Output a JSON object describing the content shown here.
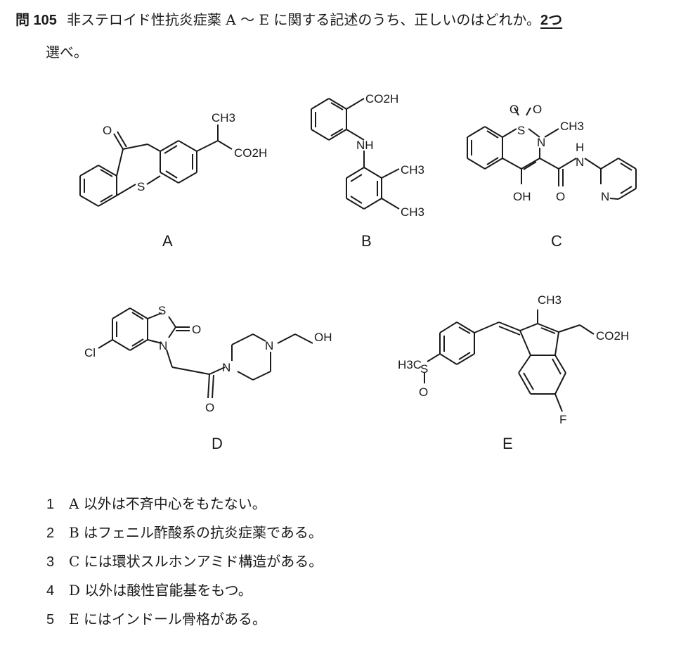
{
  "question": {
    "number": "問 105",
    "text_line1": "非ステロイド性抗炎症薬 A ～ E に関する記述のうち、正しいのはどれか。",
    "emphasis": "2つ",
    "text_line2": "選べ。"
  },
  "structures": [
    {
      "label": "A",
      "name_hint": "zaltoprofen"
    },
    {
      "label": "B",
      "name_hint": "mefenamic-acid"
    },
    {
      "label": "C",
      "name_hint": "piroxicam"
    },
    {
      "label": "D",
      "name_hint": "tiaramide"
    },
    {
      "label": "E",
      "name_hint": "sulindac"
    }
  ],
  "atoms": {
    "A": {
      "o": "O",
      "ch3": "CH3",
      "co2h": "CO2H",
      "s": "S"
    },
    "B": {
      "co2h": "CO2H",
      "nh": "NH",
      "ch3a": "CH3",
      "ch3b": "CH3"
    },
    "C": {
      "o1": "O",
      "o2": "O",
      "s": "S",
      "n": "N",
      "ch3": "CH3",
      "h": "H",
      "n2": "N",
      "oh": "OH",
      "o3": "O",
      "npy": "N"
    },
    "D": {
      "s": "S",
      "o": "O",
      "n": "N",
      "cl": "Cl",
      "n1": "N",
      "n2": "N",
      "oh": "OH",
      "o2": "O"
    },
    "E": {
      "ch3": "CH3",
      "co2h": "CO2H",
      "h3c": "H3C",
      "s": "S",
      "o": "O",
      "f": "F"
    }
  },
  "choices": [
    {
      "num": "1",
      "text": "A 以外は不斉中心をもたない。"
    },
    {
      "num": "2",
      "text": "B はフェニル酢酸系の抗炎症薬である。"
    },
    {
      "num": "3",
      "text": "C には環状スルホンアミド構造がある。"
    },
    {
      "num": "4",
      "text": "D 以外は酸性官能基をもつ。"
    },
    {
      "num": "5",
      "text": "E にはインドール骨格がある。"
    }
  ]
}
